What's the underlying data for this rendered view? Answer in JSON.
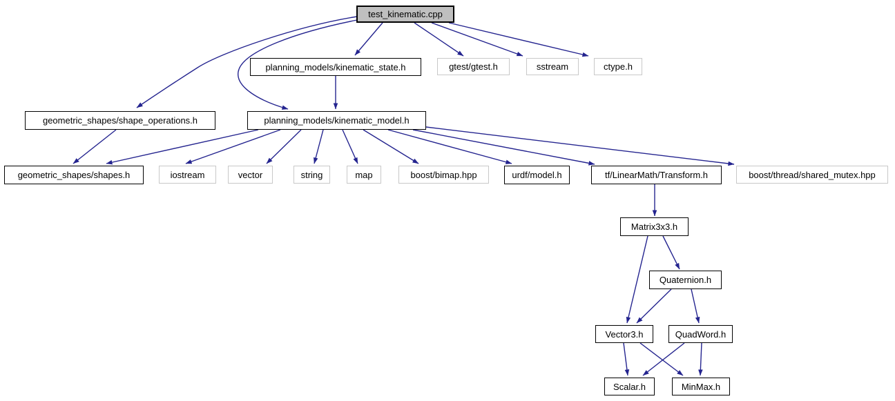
{
  "graph": {
    "type": "include-dependency-graph",
    "root": "test_kinematic.cpp",
    "colors": {
      "edge": "#24248f",
      "main_node_fill": "#bfbfbf",
      "linked_node_border": "#000000",
      "external_node_border": "#c8c8c8",
      "node_fill": "#ffffff",
      "text": "#000000",
      "background": "#ffffff"
    },
    "nodes": [
      {
        "label": "test_kinematic.cpp",
        "kind": "main"
      },
      {
        "label": "planning_models/kinematic_state.h",
        "kind": "linked"
      },
      {
        "label": "gtest/gtest.h",
        "kind": "external"
      },
      {
        "label": "sstream",
        "kind": "external"
      },
      {
        "label": "ctype.h",
        "kind": "external"
      },
      {
        "label": "geometric_shapes/shape_operations.h",
        "kind": "linked"
      },
      {
        "label": "planning_models/kinematic_model.h",
        "kind": "linked"
      },
      {
        "label": "geometric_shapes/shapes.h",
        "kind": "linked"
      },
      {
        "label": "iostream",
        "kind": "external"
      },
      {
        "label": "vector",
        "kind": "external"
      },
      {
        "label": "string",
        "kind": "external"
      },
      {
        "label": "map",
        "kind": "external"
      },
      {
        "label": "boost/bimap.hpp",
        "kind": "external"
      },
      {
        "label": "urdf/model.h",
        "kind": "linked"
      },
      {
        "label": "tf/LinearMath/Transform.h",
        "kind": "linked"
      },
      {
        "label": "boost/thread/shared_mutex.hpp",
        "kind": "external"
      },
      {
        "label": "Matrix3x3.h",
        "kind": "linked"
      },
      {
        "label": "Quaternion.h",
        "kind": "linked"
      },
      {
        "label": "Vector3.h",
        "kind": "linked"
      },
      {
        "label": "QuadWord.h",
        "kind": "linked"
      },
      {
        "label": "Scalar.h",
        "kind": "linked"
      },
      {
        "label": "MinMax.h",
        "kind": "linked"
      }
    ],
    "edges": [
      {
        "from": "test_kinematic.cpp",
        "to": "planning_models/kinematic_state.h"
      },
      {
        "from": "test_kinematic.cpp",
        "to": "gtest/gtest.h"
      },
      {
        "from": "test_kinematic.cpp",
        "to": "sstream"
      },
      {
        "from": "test_kinematic.cpp",
        "to": "ctype.h"
      },
      {
        "from": "test_kinematic.cpp",
        "to": "geometric_shapes/shape_operations.h"
      },
      {
        "from": "test_kinematic.cpp",
        "to": "planning_models/kinematic_model.h"
      },
      {
        "from": "planning_models/kinematic_state.h",
        "to": "planning_models/kinematic_model.h"
      },
      {
        "from": "geometric_shapes/shape_operations.h",
        "to": "geometric_shapes/shapes.h"
      },
      {
        "from": "planning_models/kinematic_model.h",
        "to": "geometric_shapes/shapes.h"
      },
      {
        "from": "planning_models/kinematic_model.h",
        "to": "iostream"
      },
      {
        "from": "planning_models/kinematic_model.h",
        "to": "vector"
      },
      {
        "from": "planning_models/kinematic_model.h",
        "to": "string"
      },
      {
        "from": "planning_models/kinematic_model.h",
        "to": "map"
      },
      {
        "from": "planning_models/kinematic_model.h",
        "to": "boost/bimap.hpp"
      },
      {
        "from": "planning_models/kinematic_model.h",
        "to": "urdf/model.h"
      },
      {
        "from": "planning_models/kinematic_model.h",
        "to": "tf/LinearMath/Transform.h"
      },
      {
        "from": "planning_models/kinematic_model.h",
        "to": "boost/thread/shared_mutex.hpp"
      },
      {
        "from": "tf/LinearMath/Transform.h",
        "to": "Matrix3x3.h"
      },
      {
        "from": "Matrix3x3.h",
        "to": "Quaternion.h"
      },
      {
        "from": "Matrix3x3.h",
        "to": "Vector3.h"
      },
      {
        "from": "Quaternion.h",
        "to": "Vector3.h"
      },
      {
        "from": "Quaternion.h",
        "to": "QuadWord.h"
      },
      {
        "from": "Vector3.h",
        "to": "Scalar.h"
      },
      {
        "from": "Vector3.h",
        "to": "MinMax.h"
      },
      {
        "from": "QuadWord.h",
        "to": "Scalar.h"
      },
      {
        "from": "QuadWord.h",
        "to": "MinMax.h"
      }
    ]
  }
}
